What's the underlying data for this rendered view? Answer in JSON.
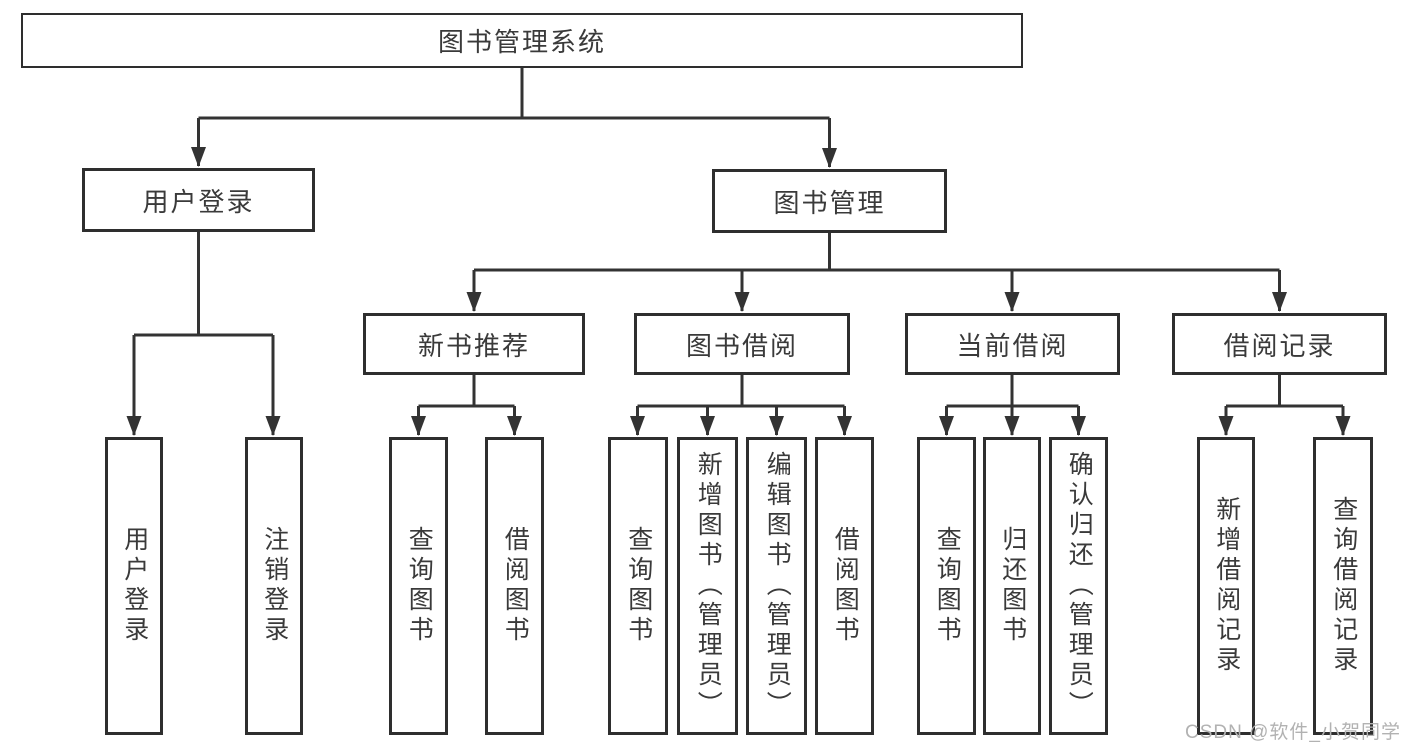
{
  "tree": {
    "label": "图书管理系统",
    "children": [
      {
        "label": "用户登录",
        "children": [
          {
            "label": "用户登录"
          },
          {
            "label": "注销登录"
          }
        ]
      },
      {
        "label": "图书管理",
        "children": [
          {
            "label": "新书推荐",
            "children": [
              {
                "label": "查询图书"
              },
              {
                "label": "借阅图书"
              }
            ]
          },
          {
            "label": "图书借阅",
            "children": [
              {
                "label": "查询图书"
              },
              {
                "label": "新增图书（管理员）"
              },
              {
                "label": "编辑图书（管理员）"
              },
              {
                "label": "借阅图书"
              }
            ]
          },
          {
            "label": "当前借阅",
            "children": [
              {
                "label": "查询图书"
              },
              {
                "label": "归还图书"
              },
              {
                "label": "确认归还（管理员）"
              }
            ]
          },
          {
            "label": "借阅记录",
            "children": [
              {
                "label": "新增借阅记录"
              },
              {
                "label": "查询借阅记录"
              }
            ]
          }
        ]
      }
    ]
  },
  "watermark": {
    "text": "CSDN @软件_小贺同学"
  },
  "colors": {
    "line": "#333333",
    "box_border": "#2e2e2e",
    "text": "#3a3a3a",
    "background": "#ffffff",
    "watermark": "#b2b2b2"
  }
}
